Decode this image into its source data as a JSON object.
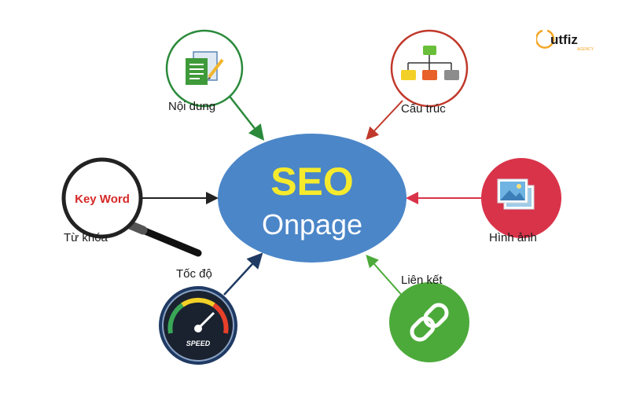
{
  "brand": {
    "logo_text": "utfiz",
    "logo_subtext": "AGENCY",
    "accent": "#f5a623"
  },
  "center": {
    "title": "SEO",
    "subtitle": "Onpage",
    "fill": "#4b86c8",
    "title_color": "#f6ea2c",
    "subtitle_color": "#ffffff"
  },
  "nodes": {
    "content": {
      "label": "Nội dung",
      "icon": "document-icon",
      "color": "#2a8a3a"
    },
    "structure": {
      "label": "Cấu trúc",
      "icon": "sitemap-icon",
      "color": "#c0392b"
    },
    "keyword": {
      "label": "Từ khóa",
      "icon": "magnifier-icon",
      "badge": "Key Word",
      "color": "#222222"
    },
    "image": {
      "label": "Hình ảnh",
      "icon": "image-icon",
      "color": "#d9334a"
    },
    "speed": {
      "label": "Tốc độ",
      "icon": "speedometer-icon",
      "badge": "SPEED",
      "color": "#1f3a63"
    },
    "link": {
      "label": "Liên kết",
      "icon": "chain-link-icon",
      "color": "#4caa3a"
    }
  }
}
